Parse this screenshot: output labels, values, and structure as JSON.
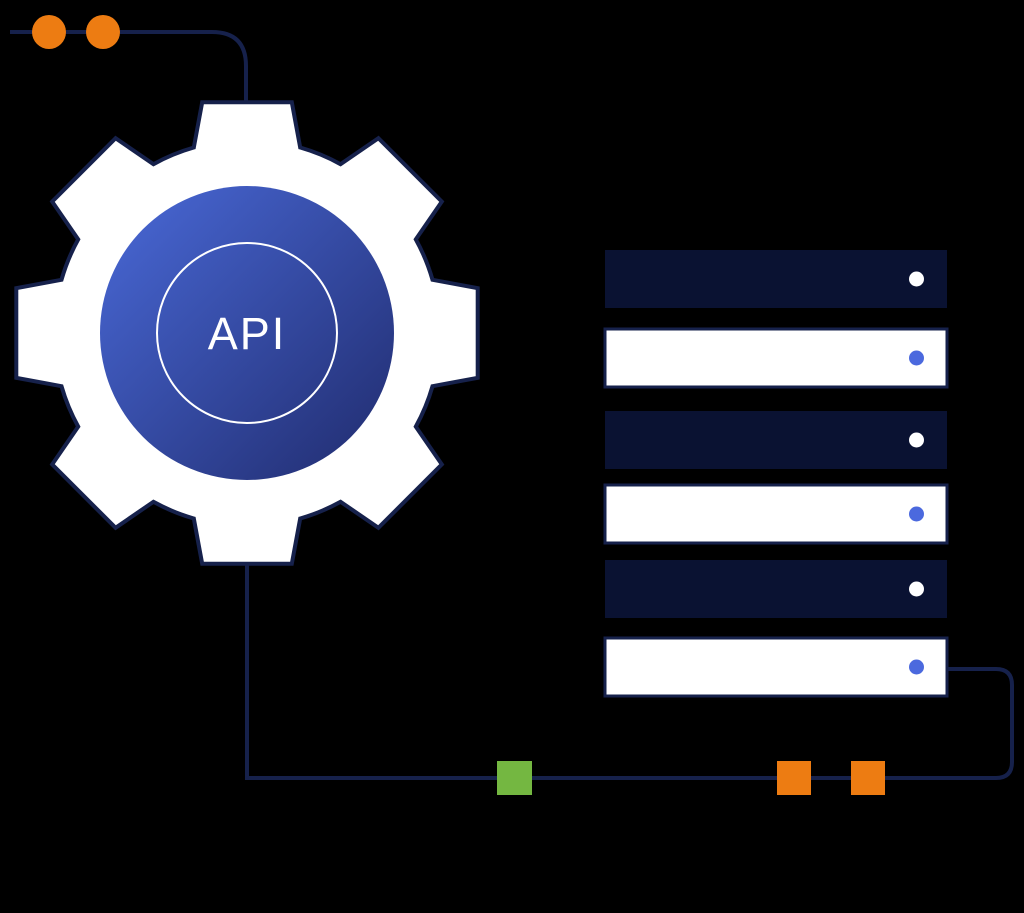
{
  "diagram": {
    "title": "api-gear-server-integration-illustration",
    "gear": {
      "label": "API"
    },
    "colors": {
      "background": "#000000",
      "line": "#16214b",
      "gear_fill": "#ffffff",
      "gear_outline": "#16214b",
      "gradient_start": "#4a6ad9",
      "gradient_end": "#202b6d",
      "inner_ring": "#ffffff",
      "label_text": "#ffffff",
      "bar_dark": "#0a1232",
      "bar_light": "#ffffff",
      "bar_border": "#16214b",
      "dot_white": "#ffffff",
      "dot_blue": "#4b69de",
      "orange": "#ed7c12",
      "green": "#74b741"
    },
    "servers": {
      "bars": [
        {
          "style": "dark",
          "dot": "white"
        },
        {
          "style": "light",
          "dot": "blue"
        },
        {
          "style": "dark",
          "dot": "white"
        },
        {
          "style": "light",
          "dot": "blue"
        },
        {
          "style": "dark",
          "dot": "white"
        },
        {
          "style": "light",
          "dot": "blue"
        }
      ]
    },
    "packets": {
      "top_circles": [
        {
          "color": "orange"
        },
        {
          "color": "orange"
        }
      ],
      "bottom_squares": [
        {
          "color": "green"
        },
        {
          "color": "orange"
        },
        {
          "color": "orange"
        }
      ]
    }
  }
}
